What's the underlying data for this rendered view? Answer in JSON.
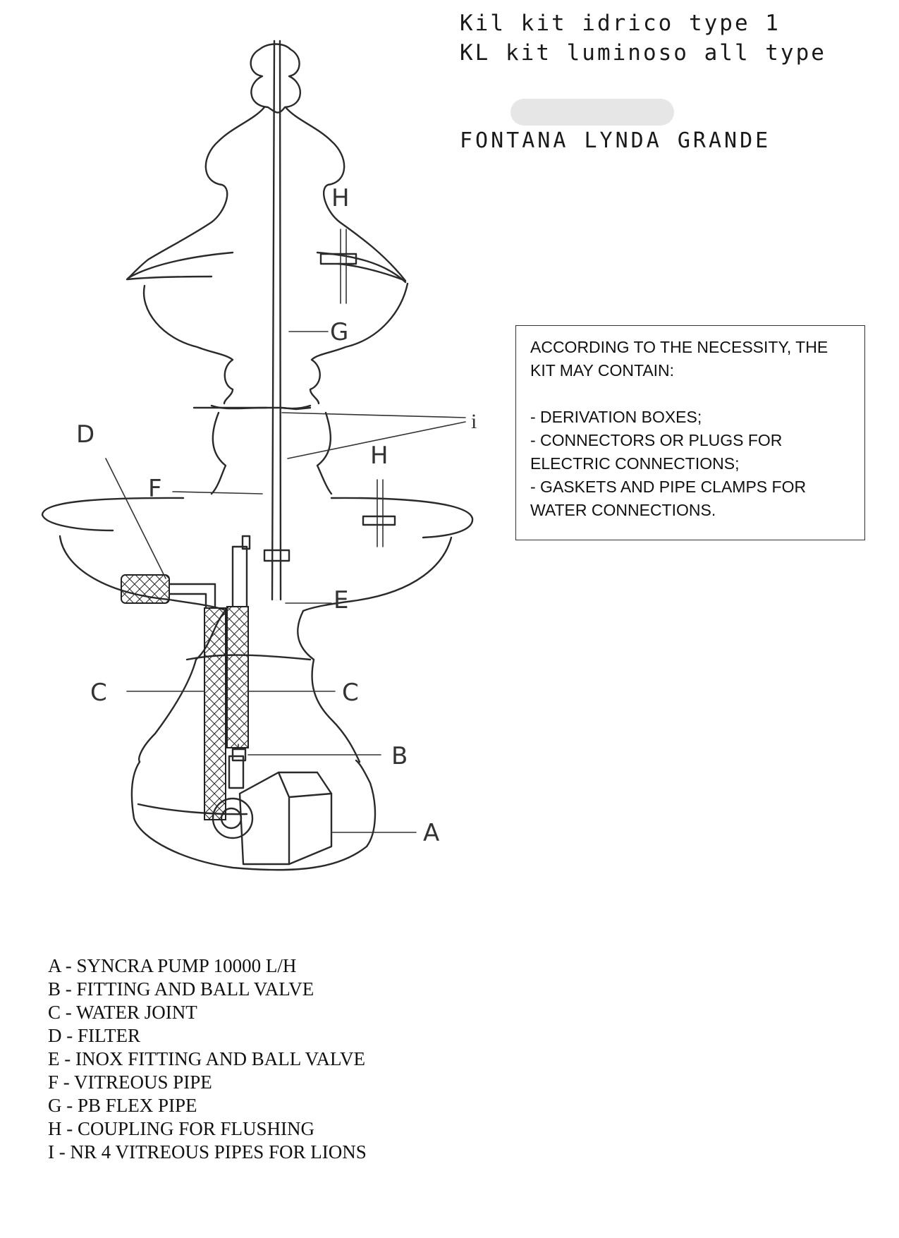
{
  "header": {
    "line1": "Kil kit idrico type 1",
    "line2": "KL kit luminoso all type",
    "model": "FONTANA LYNDA GRANDE"
  },
  "notes": {
    "intro_line1": "ACCORDING TO THE NECESSITY, THE",
    "intro_line2": "KIT MAY CONTAIN:",
    "items": [
      "- DERIVATION BOXES;",
      "- CONNECTORS OR PLUGS FOR",
      "ELECTRIC CONNECTIONS;",
      "- GASKETS AND PIPE CLAMPS FOR",
      "WATER CONNECTIONS."
    ]
  },
  "diagram_labels": {
    "A": "A",
    "B": "B",
    "C_left": "C",
    "C_right": "C",
    "D": "D",
    "E": "E",
    "F": "F",
    "G": "G",
    "H_top": "H",
    "H_mid": "H",
    "i": "i"
  },
  "legend": [
    "A - SYNCRA PUMP 10000 L/H",
    "B - FITTING AND BALL VALVE",
    "C - WATER JOINT",
    "D - FILTER",
    "E - INOX FITTING AND BALL VALVE",
    "F - VITREOUS PIPE",
    "G - PB FLEX PIPE",
    "H - COUPLING FOR FLUSHING",
    "I - NR 4 VITREOUS PIPES FOR LIONS"
  ]
}
